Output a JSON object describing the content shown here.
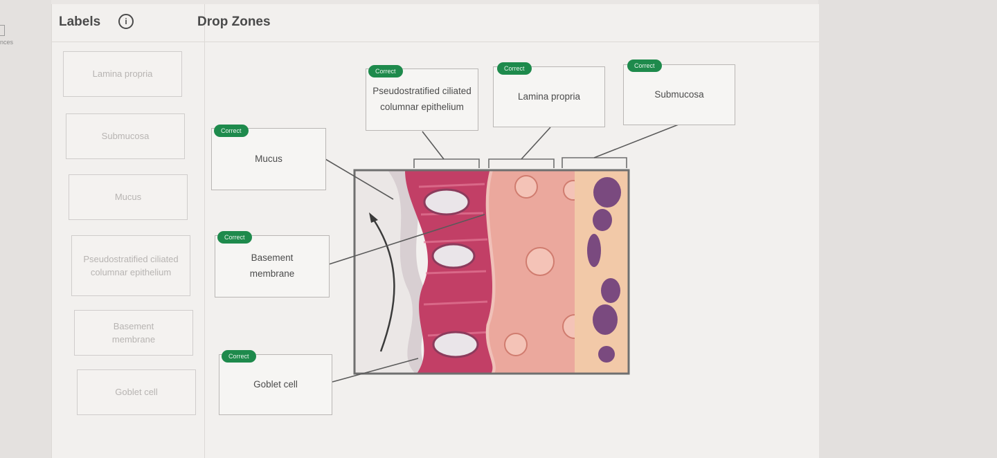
{
  "left_stub": {
    "label": "nces"
  },
  "labels_panel": {
    "title": "Labels",
    "info_icon": "info-icon",
    "items": [
      "Lamina propria",
      "Submucosa",
      "Mucus",
      "Pseudostratified ciliated columnar epithelium",
      "Basement membrane",
      "Goblet cell"
    ]
  },
  "drop_panel": {
    "title": "Drop Zones",
    "zones": [
      {
        "label": "Pseudostratified ciliated columnar epithelium",
        "status": "Correct"
      },
      {
        "label": "Lamina propria",
        "status": "Correct"
      },
      {
        "label": "Submucosa",
        "status": "Correct"
      },
      {
        "label": "Mucus",
        "status": "Correct"
      },
      {
        "label": "Basement membrane",
        "status": "Correct"
      },
      {
        "label": "Goblet cell",
        "status": "Correct"
      }
    ]
  },
  "colors": {
    "correct_badge": "#1e8a4c",
    "epithelium": "#c23f66",
    "lamina_propria": "#eba89d",
    "submucosa_glands": "#7a4a7f"
  }
}
